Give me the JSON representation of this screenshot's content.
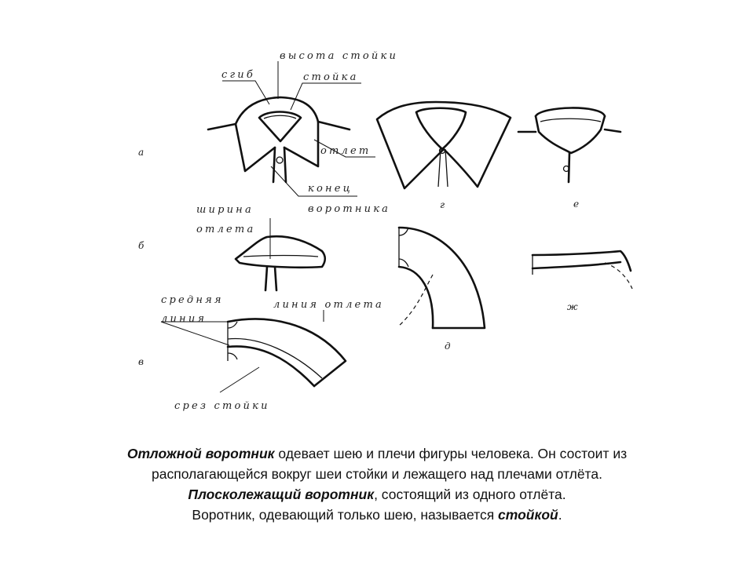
{
  "figure": {
    "labels": {
      "height_stand": "высота стойки",
      "fold": "сгиб",
      "stand": "стойка",
      "lapel": "отлет",
      "collar_end_1": "конец",
      "collar_end_2": "воротника",
      "width_1": "ширина",
      "width_2": "отлета",
      "middle_1": "средняя",
      "middle_2": "линия",
      "lapel_line": "линия отлета",
      "stand_cut": "срез стойки"
    },
    "markers": {
      "a": "а",
      "b": "б",
      "v": "в",
      "g": "г",
      "d": "д",
      "e": "е",
      "zh": "ж"
    }
  },
  "caption": {
    "line1_bold": "Отложной воротник",
    "line1_rest": " одевает шею и плечи фигуры человека. Он состоит из",
    "line2": "располагающейся вокруг шеи стойки и лежащего над плечами отлёта.",
    "line3_bold": "Плосколежащий воротник",
    "line3_rest": ", состоящий из одного отлёта.",
    "line4_start": "Воротник, одевающий только шею, называется ",
    "line4_bold": "стойкой",
    "line4_end": "."
  }
}
